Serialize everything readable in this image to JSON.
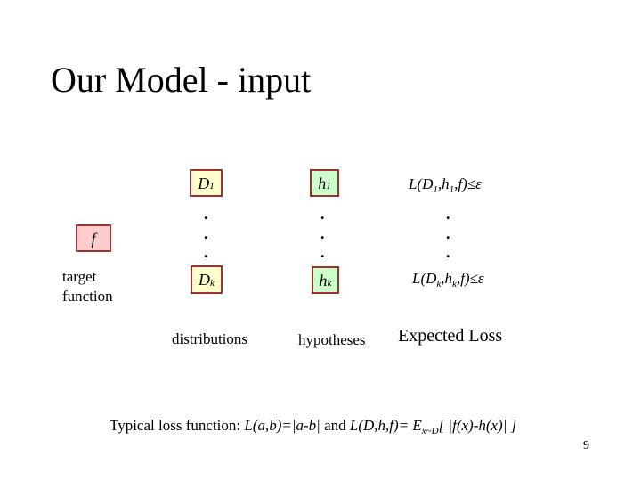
{
  "slide": {
    "title": "Our Model - input",
    "page_number": "9"
  },
  "boxes": {
    "d1": {
      "base": "D",
      "sub": "1"
    },
    "h1": {
      "base": "h",
      "sub": "1"
    },
    "dk": {
      "base": "D",
      "sub": "k"
    },
    "hk": {
      "base": "h",
      "sub": "k"
    },
    "f": {
      "base": "f"
    }
  },
  "loss_rows": {
    "row1": {
      "p1": "L(D",
      "s1": "1",
      "p2": ",h",
      "s2": "1",
      "p3": ",f)≤ε"
    },
    "row2": {
      "p1": "L(D",
      "s1": "k",
      "p2": ",h",
      "s2": "k",
      "p3": ",f)≤ε"
    }
  },
  "dots": {
    "d": "."
  },
  "labels": {
    "target_line1": "target",
    "target_line2": "function",
    "distributions": "distributions",
    "hypotheses": "hypotheses",
    "expected_loss": "Expected Loss"
  },
  "footer": {
    "prefix": "Typical loss function: ",
    "formula1": "L(a,b)=|a-b|",
    "conj": " and ",
    "formula2": "L(D,h,f)= E",
    "subscript": "x~D",
    "formula3": "[ |f(x)-h(x)| ]"
  },
  "colors": {
    "background": "#FFFFFF",
    "text": "#000000",
    "box_border": "#993333",
    "distribution_fill": "#FFFFCC",
    "hypothesis_fill": "#CCFFCC",
    "function_fill": "#FFCCCC"
  }
}
